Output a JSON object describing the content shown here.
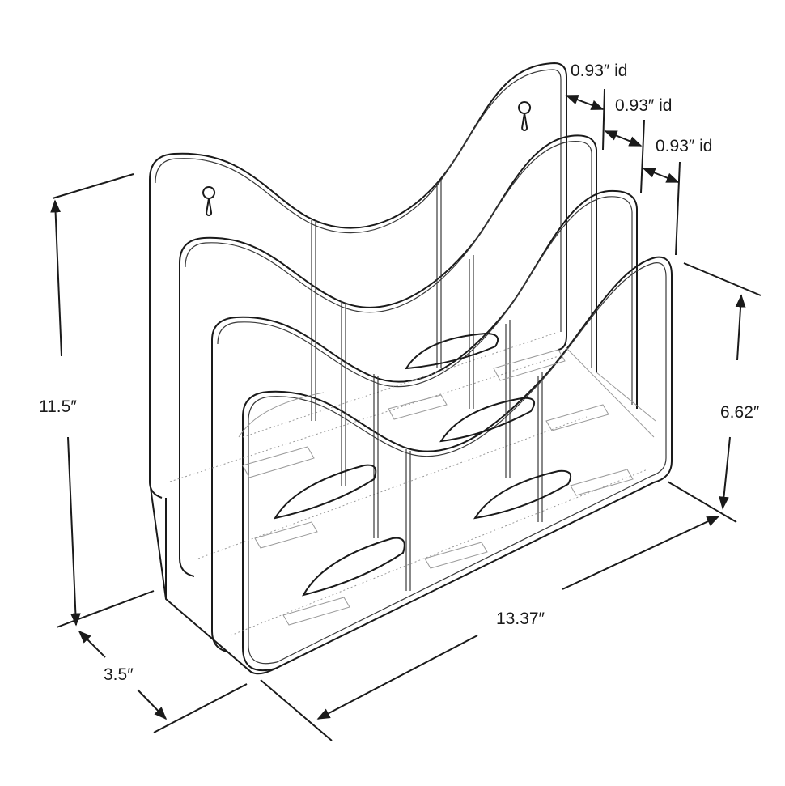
{
  "dimensions": {
    "height": "11.5″",
    "depth": "3.5″",
    "width": "13.37″",
    "front_height": "6.62″",
    "pocket_1": "0.93″ id",
    "pocket_2": "0.93″ id",
    "pocket_3": "0.93″ id"
  },
  "colors": {
    "line": "#1a1a1a",
    "background": "#ffffff"
  }
}
